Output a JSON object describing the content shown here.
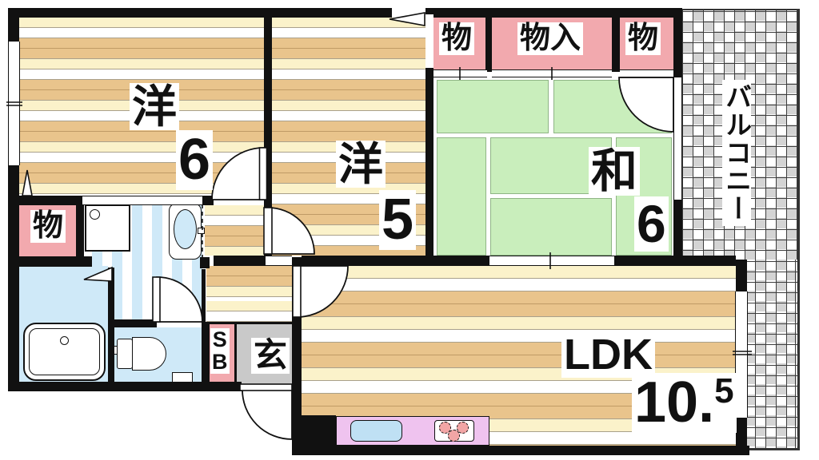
{
  "title": "apartment-floor-plan",
  "rooms": {
    "western6": {
      "name": "洋",
      "size": "6"
    },
    "western5": {
      "name": "洋",
      "size": "5"
    },
    "japanese6": {
      "name": "和",
      "size": "6"
    },
    "ldk": {
      "name": "LDK",
      "size": "10.",
      "size_sup": "5"
    },
    "balcony": {
      "name": "バルコニー"
    },
    "entrance": {
      "name": "玄"
    },
    "shoe_box": {
      "line1": "S",
      "line2": "B"
    },
    "closet_left": {
      "name": "物"
    },
    "closet_top_a": {
      "name": "物"
    },
    "closet_top_b": {
      "name": "物入"
    },
    "closet_top_c": {
      "name": "物"
    }
  },
  "fixtures": [
    "bathtub",
    "washing-machine-pan",
    "vanity-sink",
    "toilet",
    "kitchen-counter",
    "kitchen-sink",
    "gas-stove"
  ],
  "colors": {
    "wall": "#111111",
    "wood_dark": "#e9c48c",
    "wood_cream": "#fbf2ca",
    "tatami_green": "#c9eebc",
    "closet_pink": "#f2a9ae",
    "water_blue": "#cfe9f8",
    "entrance_gray": "#c9c9c9",
    "counter_purple": "#efc3ef",
    "balcony_gray": "#d4d4d4",
    "burner_pink": "#f2a5a5"
  }
}
